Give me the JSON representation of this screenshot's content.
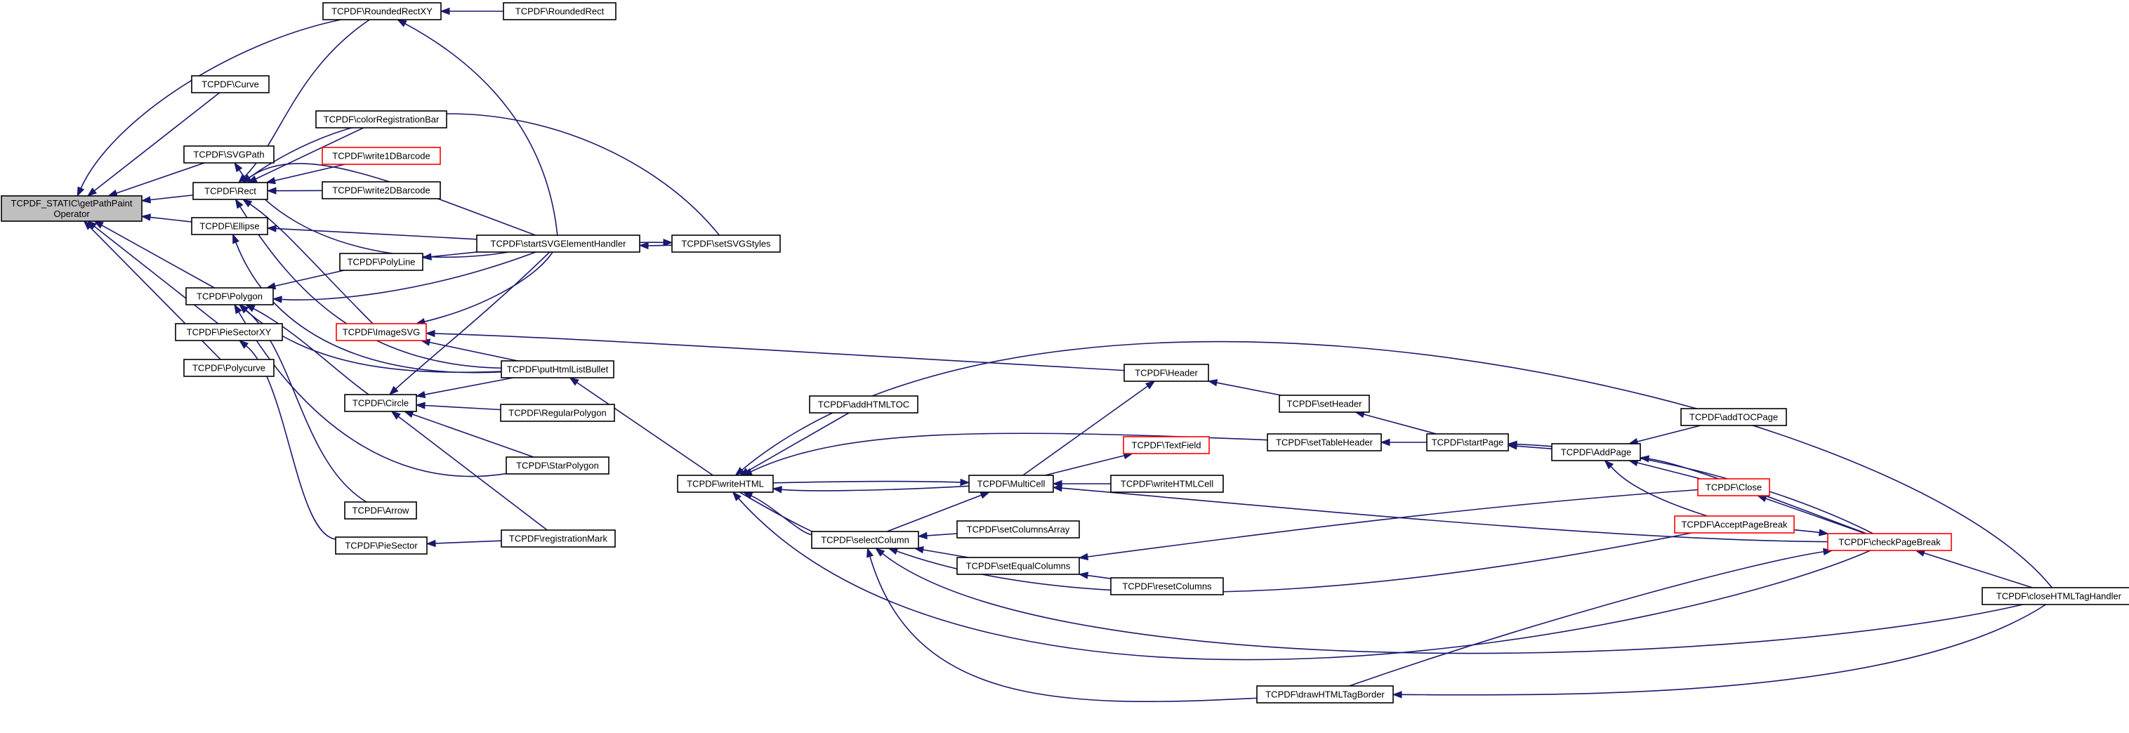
{
  "graph": {
    "edge_color": "#191970",
    "root_fill": "#bfbfbf",
    "red_border": "#ff0000",
    "nodes": [
      {
        "id": "root",
        "lines": [
          "TCPDF_STATIC\\getPathPaint",
          "Operator"
        ],
        "style": "highlight"
      },
      {
        "id": "curve",
        "lines": [
          "TCPDF\\Curve"
        ]
      },
      {
        "id": "svgpath",
        "lines": [
          "TCPDF\\SVGPath"
        ]
      },
      {
        "id": "rect",
        "lines": [
          "TCPDF\\Rect"
        ]
      },
      {
        "id": "ellipse",
        "lines": [
          "TCPDF\\Ellipse"
        ]
      },
      {
        "id": "polygon",
        "lines": [
          "TCPDF\\Polygon"
        ]
      },
      {
        "id": "piesectorxy",
        "lines": [
          "TCPDF\\PieSectorXY"
        ]
      },
      {
        "id": "polycurve",
        "lines": [
          "TCPDF\\Polycurve"
        ]
      },
      {
        "id": "roundedrectxy",
        "lines": [
          "TCPDF\\RoundedRectXY"
        ]
      },
      {
        "id": "roundedrect",
        "lines": [
          "TCPDF\\RoundedRect"
        ]
      },
      {
        "id": "colorregbar",
        "lines": [
          "TCPDF\\colorRegistrationBar"
        ]
      },
      {
        "id": "write1d",
        "lines": [
          "TCPDF\\write1DBarcode"
        ],
        "style": "red"
      },
      {
        "id": "write2d",
        "lines": [
          "TCPDF\\write2DBarcode"
        ]
      },
      {
        "id": "polyline",
        "lines": [
          "TCPDF\\PolyLine"
        ]
      },
      {
        "id": "imagesvg",
        "lines": [
          "TCPDF\\ImageSVG"
        ],
        "style": "red"
      },
      {
        "id": "circle",
        "lines": [
          "TCPDF\\Circle"
        ]
      },
      {
        "id": "arrow",
        "lines": [
          "TCPDF\\Arrow"
        ]
      },
      {
        "id": "piesector",
        "lines": [
          "TCPDF\\PieSector"
        ]
      },
      {
        "id": "startsvg",
        "lines": [
          "TCPDF\\startSVGElementHandler"
        ]
      },
      {
        "id": "setsvgstyles",
        "lines": [
          "TCPDF\\setSVGStyles"
        ]
      },
      {
        "id": "puthtmllist",
        "lines": [
          "TCPDF\\putHtmlListBullet"
        ]
      },
      {
        "id": "regularpolygon",
        "lines": [
          "TCPDF\\RegularPolygon"
        ]
      },
      {
        "id": "starpolygon",
        "lines": [
          "TCPDF\\StarPolygon"
        ]
      },
      {
        "id": "regmark",
        "lines": [
          "TCPDF\\registrationMark"
        ]
      },
      {
        "id": "writehtml",
        "lines": [
          "TCPDF\\writeHTML"
        ]
      },
      {
        "id": "addhtmltoc",
        "lines": [
          "TCPDF\\addHTMLTOC"
        ]
      },
      {
        "id": "multicell",
        "lines": [
          "TCPDF\\MultiCell"
        ]
      },
      {
        "id": "selectcolumn",
        "lines": [
          "TCPDF\\selectColumn"
        ]
      },
      {
        "id": "setcolumnsarray",
        "lines": [
          "TCPDF\\setColumnsArray"
        ]
      },
      {
        "id": "setequalcolumns",
        "lines": [
          "TCPDF\\setEqualColumns"
        ]
      },
      {
        "id": "resetcolumns",
        "lines": [
          "TCPDF\\resetColumns"
        ]
      },
      {
        "id": "textfield",
        "lines": [
          "TCPDF\\TextField"
        ],
        "style": "red"
      },
      {
        "id": "writehtmlcell",
        "lines": [
          "TCPDF\\writeHTMLCell"
        ]
      },
      {
        "id": "header",
        "lines": [
          "TCPDF\\Header"
        ]
      },
      {
        "id": "setheader",
        "lines": [
          "TCPDF\\setHeader"
        ]
      },
      {
        "id": "settableheader",
        "lines": [
          "TCPDF\\setTableHeader"
        ]
      },
      {
        "id": "startpage",
        "lines": [
          "TCPDF\\startPage"
        ]
      },
      {
        "id": "addpage",
        "lines": [
          "TCPDF\\AddPage"
        ]
      },
      {
        "id": "addtocpage",
        "lines": [
          "TCPDF\\addTOCPage"
        ]
      },
      {
        "id": "close",
        "lines": [
          "TCPDF\\Close"
        ],
        "style": "red"
      },
      {
        "id": "acceptpagebreak",
        "lines": [
          "TCPDF\\AcceptPageBreak"
        ],
        "style": "red"
      },
      {
        "id": "checkpagebreak",
        "lines": [
          "TCPDF\\checkPageBreak"
        ],
        "style": "red"
      },
      {
        "id": "closehtmltag",
        "lines": [
          "TCPDF\\closeHTMLTagHandler"
        ]
      },
      {
        "id": "drawhtmltagborder",
        "lines": [
          "TCPDF\\drawHTMLTagBorder"
        ]
      }
    ]
  }
}
